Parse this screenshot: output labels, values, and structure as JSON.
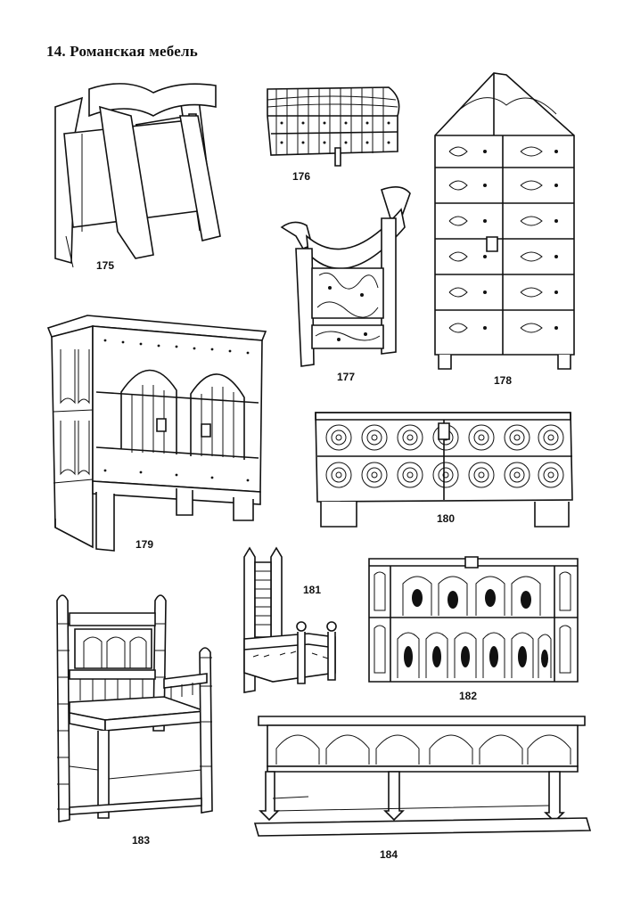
{
  "page": {
    "title": "14. Романская мебель"
  },
  "figures": [
    {
      "id": "175",
      "label": "175"
    },
    {
      "id": "176",
      "label": "176"
    },
    {
      "id": "177",
      "label": "177"
    },
    {
      "id": "178",
      "label": "178"
    },
    {
      "id": "179",
      "label": "179"
    },
    {
      "id": "180",
      "label": "180"
    },
    {
      "id": "181",
      "label": "181"
    },
    {
      "id": "182",
      "label": "182"
    },
    {
      "id": "183",
      "label": "183"
    },
    {
      "id": "184",
      "label": "184"
    }
  ]
}
